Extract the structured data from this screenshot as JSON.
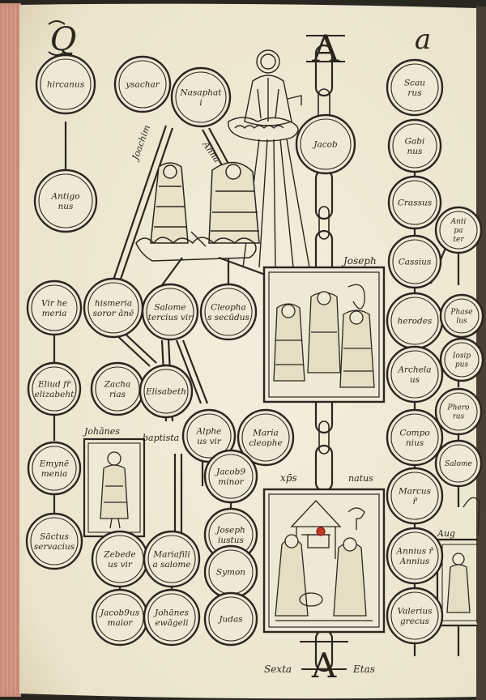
{
  "page": {
    "initials": {
      "left": "Q",
      "center": "A",
      "right": "a",
      "bottom": "A"
    },
    "labels": {
      "joachim": "Joachim",
      "anna": "Anna",
      "joseph": "Joseph",
      "johannes": "Johānes",
      "baptista": "baptista",
      "xps": "xp̄s",
      "natus": "natus",
      "augustus": "Aug",
      "sexta": "Sexta",
      "etas": "Etas"
    },
    "colors": {
      "paper": "#efe8d4",
      "ink": "#2b251d",
      "edge": "#c98c78",
      "binding": "#6b5a44"
    }
  },
  "nodes": [
    {
      "id": "hircanus",
      "lines": [
        "hircanus"
      ]
    },
    {
      "id": "antigonus",
      "lines": [
        "Antigo",
        "nus"
      ]
    },
    {
      "id": "ysachar",
      "lines": [
        "ysachar"
      ]
    },
    {
      "id": "nasaphat",
      "lines": [
        "Nasaphat",
        "i"
      ]
    },
    {
      "id": "jacob",
      "lines": [
        "Jacob"
      ]
    },
    {
      "id": "scaurus",
      "lines": [
        "Scau",
        "rus"
      ]
    },
    {
      "id": "gabinus",
      "lines": [
        "Gabi",
        "nus"
      ]
    },
    {
      "id": "crassus",
      "lines": [
        "Crassus"
      ]
    },
    {
      "id": "cassius",
      "lines": [
        "Cassius"
      ]
    },
    {
      "id": "antipater",
      "lines": [
        "Anti",
        "pa",
        "ter"
      ]
    },
    {
      "id": "herodes",
      "lines": [
        "herodes"
      ]
    },
    {
      "id": "phaselus",
      "lines": [
        "Phase",
        "lus"
      ]
    },
    {
      "id": "iosippus",
      "lines": [
        "Iosip",
        "pus"
      ]
    },
    {
      "id": "archelaus",
      "lines": [
        "Archela",
        "us"
      ]
    },
    {
      "id": "pheroras",
      "lines": [
        "Phero",
        "ras"
      ]
    },
    {
      "id": "componius",
      "lines": [
        "Compo",
        "nius"
      ]
    },
    {
      "id": "salome-r",
      "lines": [
        "Salome"
      ]
    },
    {
      "id": "marcus",
      "lines": [
        "Marcus",
        "r̃"
      ]
    },
    {
      "id": "annius",
      "lines": [
        "Annius r̃",
        "Annius"
      ]
    },
    {
      "id": "valerius",
      "lines": [
        "Valerius",
        "grecus"
      ]
    },
    {
      "id": "virhemeria",
      "lines": [
        "Vir he",
        "meria"
      ]
    },
    {
      "id": "hismeria",
      "lines": [
        "hismeria",
        "soror ānē"
      ]
    },
    {
      "id": "salome-tertius",
      "lines": [
        "Salome",
        "tercius vir"
      ]
    },
    {
      "id": "cleophas",
      "lines": [
        "Cleopha",
        "s secūdus"
      ]
    },
    {
      "id": "eliud",
      "lines": [
        "Eliud fr̄",
        "elizabeht"
      ]
    },
    {
      "id": "zacharias",
      "lines": [
        "Zacha",
        "rias"
      ]
    },
    {
      "id": "elisabeth",
      "lines": [
        "Elisabeth"
      ]
    },
    {
      "id": "alpheus",
      "lines": [
        "Alphe",
        "us vir"
      ]
    },
    {
      "id": "maria-cleophe",
      "lines": [
        "Maria",
        "cleophe"
      ]
    },
    {
      "id": "jacobus-minor",
      "lines": [
        "Jacob9",
        "minor"
      ]
    },
    {
      "id": "emynemenia",
      "lines": [
        "Emynē",
        "menia"
      ]
    },
    {
      "id": "sanctus-servatius",
      "lines": [
        "Sāctus",
        "servacius"
      ]
    },
    {
      "id": "joseph-iustus",
      "lines": [
        "Joseph",
        "iustus"
      ]
    },
    {
      "id": "symon",
      "lines": [
        "Symon"
      ]
    },
    {
      "id": "judas",
      "lines": [
        "Judas"
      ]
    },
    {
      "id": "zebedeus",
      "lines": [
        "Zebede",
        "us vir"
      ]
    },
    {
      "id": "maria-salome",
      "lines": [
        "Mariafili",
        "a salome"
      ]
    },
    {
      "id": "jacobus-maior",
      "lines": [
        "Jacob9us",
        "maior"
      ]
    },
    {
      "id": "johannes-evangelista",
      "lines": [
        "Johānes",
        "ewāgeli"
      ]
    }
  ]
}
